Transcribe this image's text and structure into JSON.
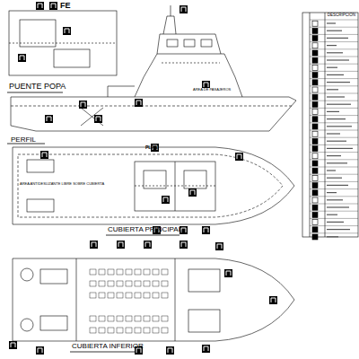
{
  "diagram": {
    "labels": [
      "PUENTE POPA",
      "PERFIL",
      "CUBIERTA PRINCIPAL",
      "CUBIERTA INFERIOR",
      "AREA ANTIDESLIZANTE LIBRE SOBRE CUBIERTA",
      "FE",
      "DESCRIPCION",
      "PLAN",
      "AREA DE PASAJEROS"
    ]
  }
}
